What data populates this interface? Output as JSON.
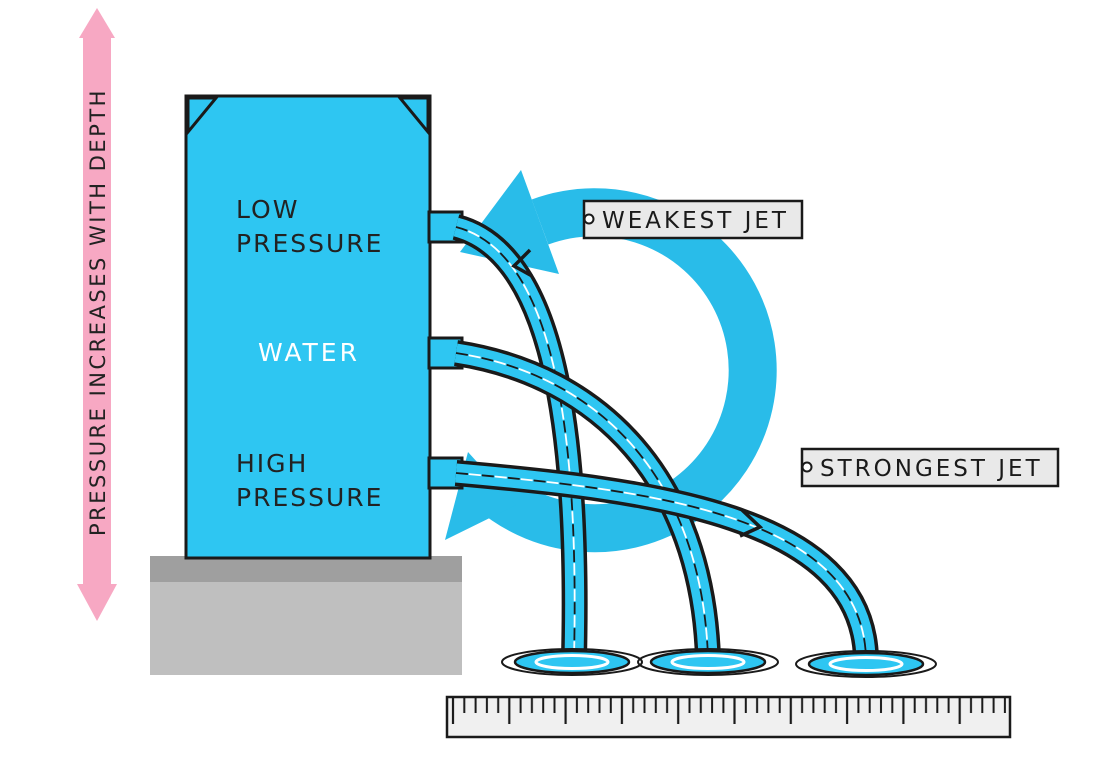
{
  "arrow": {
    "label": "PRESSURE  INCREASES  WITH  DEPTH"
  },
  "tank": {
    "low1": "LOW",
    "low2": "PRESSURE",
    "water": "WATER",
    "high1": "HIGH",
    "high2": "PRESSURE"
  },
  "callouts": {
    "weakest": "WEAKEST  JET",
    "strongest": "STRONGEST  JET"
  },
  "colors": {
    "cyan": "#2EC6F2",
    "swirl": "#29BCE9",
    "pink": "#F7A8C3",
    "outline": "#1a1a1a",
    "base_dark": "#9f9f9f",
    "base_light": "#BFBFBF",
    "label_box": "#E9E9E9",
    "ruler": "#F0F0F0"
  }
}
